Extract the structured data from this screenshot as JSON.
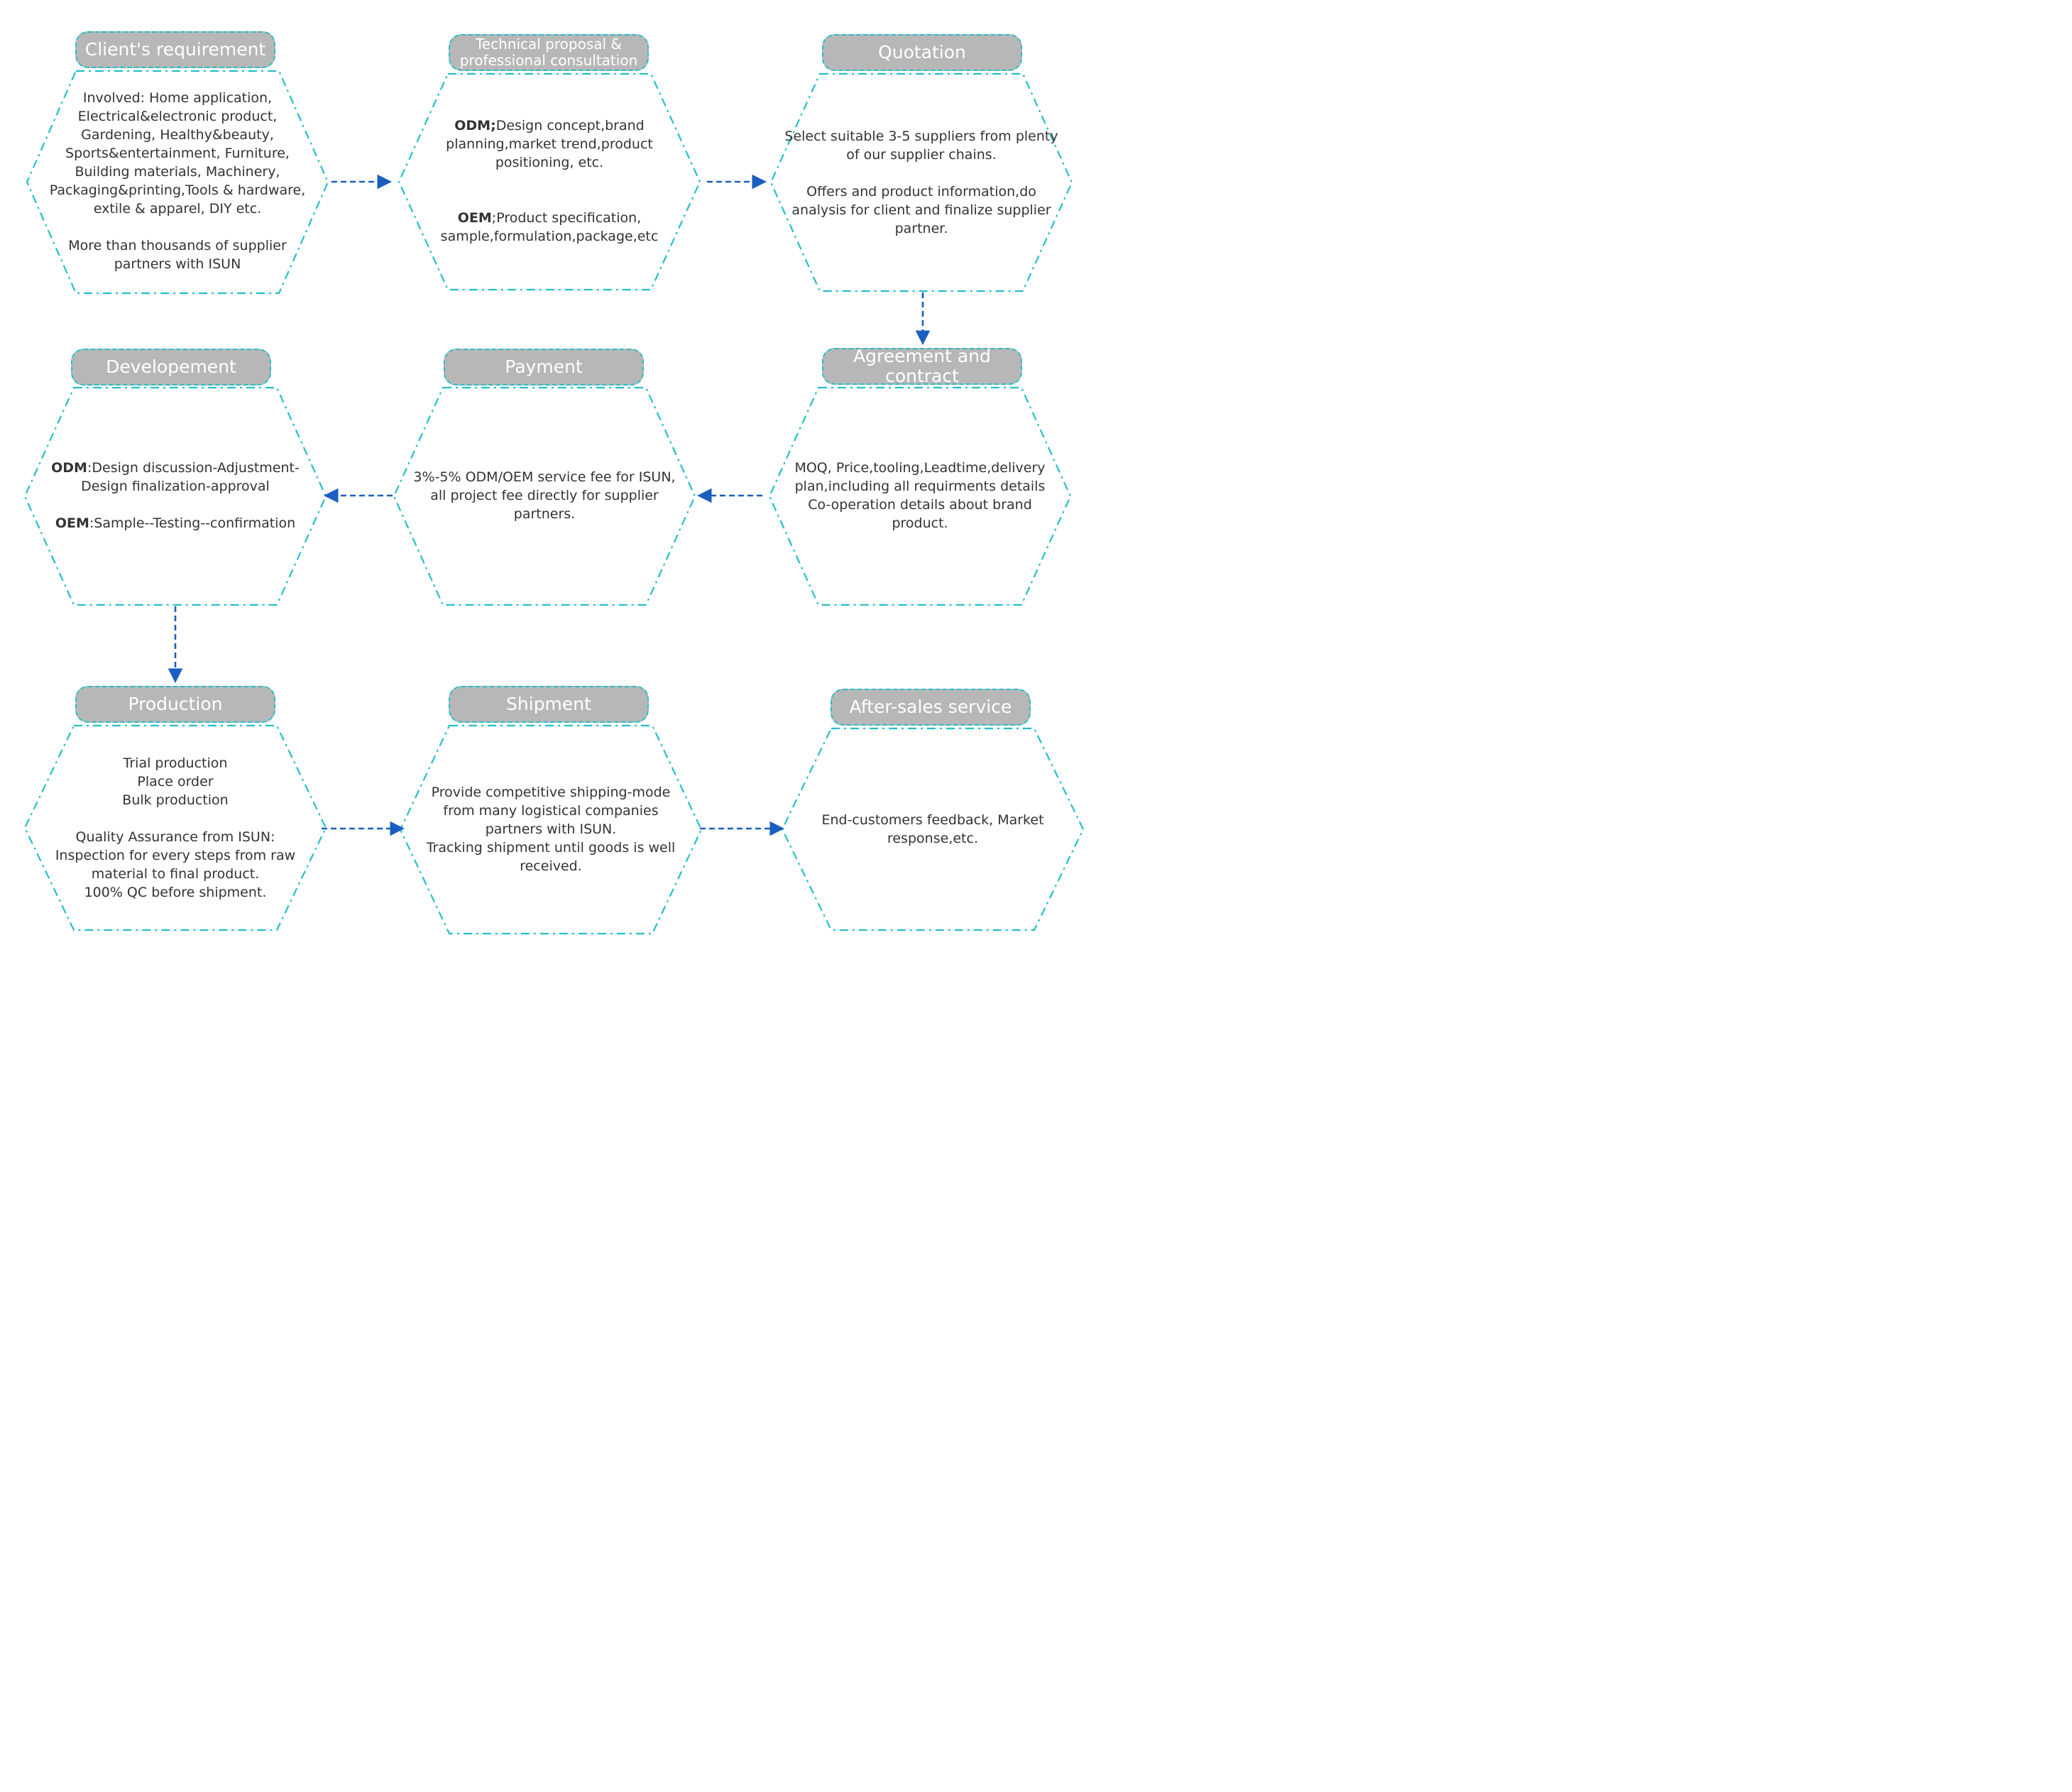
{
  "colors": {
    "hex_stroke": "#22c0c8",
    "arrow": "#1a5fbf",
    "tag_fill": "#b7b7b7",
    "text": "#333333"
  },
  "nodes": [
    {
      "title": "Client's requirement",
      "lines": [
        "Involved: Home application,",
        "Electrical&electronic product,",
        "Gardening, Healthy&beauty,",
        "Sports&entertainment, Furniture,",
        "Building materials, Machinery,",
        "Packaging&printing,Tools & hardware,",
        "extile & apparel, DIY etc.",
        "",
        "More than thousands of supplier",
        "partners with ISUN"
      ]
    },
    {
      "title": "Technical proposal & professional consultation",
      "odm_label": "ODM;",
      "odm_lines": [
        "Design concept,brand",
        "planning,market trend,product",
        "positioning, etc."
      ],
      "oem_label": "OEM",
      "oem_lines": [
        ";Product specification,",
        "sample,formulation,package,etc"
      ]
    },
    {
      "title": "Quotation",
      "lines": [
        "Select suitable 3-5 suppliers from plenty",
        "of our supplier chains.",
        "",
        "Offers and product information,do",
        "analysis for client and finalize supplier",
        "partner."
      ]
    },
    {
      "title": "Developement",
      "odm_label": "ODM",
      "odm_lines": [
        ":Design discussion-Adjustment-",
        "Design finalization-approval"
      ],
      "oem_label": "OEM",
      "oem_lines": [
        ":Sample--Testing--confirmation"
      ]
    },
    {
      "title": "Payment",
      "lines": [
        "3%-5% ODM/OEM service fee for ISUN,",
        "all project fee directly for supplier",
        "partners."
      ]
    },
    {
      "title": "Agreement and contract",
      "lines": [
        "MOQ, Price,tooling,Leadtime,delivery",
        "plan,including all requirments details",
        "Co-operation details about brand",
        "product."
      ]
    },
    {
      "title": "Production",
      "lines": [
        "Trial production",
        "Place order",
        "Bulk production",
        "",
        "Quality Assurance from ISUN:",
        "Inspection for every steps from raw",
        "material to final product.",
        "100% QC before shipment."
      ]
    },
    {
      "title": "Shipment",
      "lines": [
        "Provide competitive shipping-mode",
        "from many logistical companies",
        "partners with ISUN.",
        "Tracking shipment until goods is well",
        "received."
      ]
    },
    {
      "title": "After-sales service",
      "lines": [
        "End-customers feedback, Market",
        "response,etc."
      ]
    }
  ]
}
